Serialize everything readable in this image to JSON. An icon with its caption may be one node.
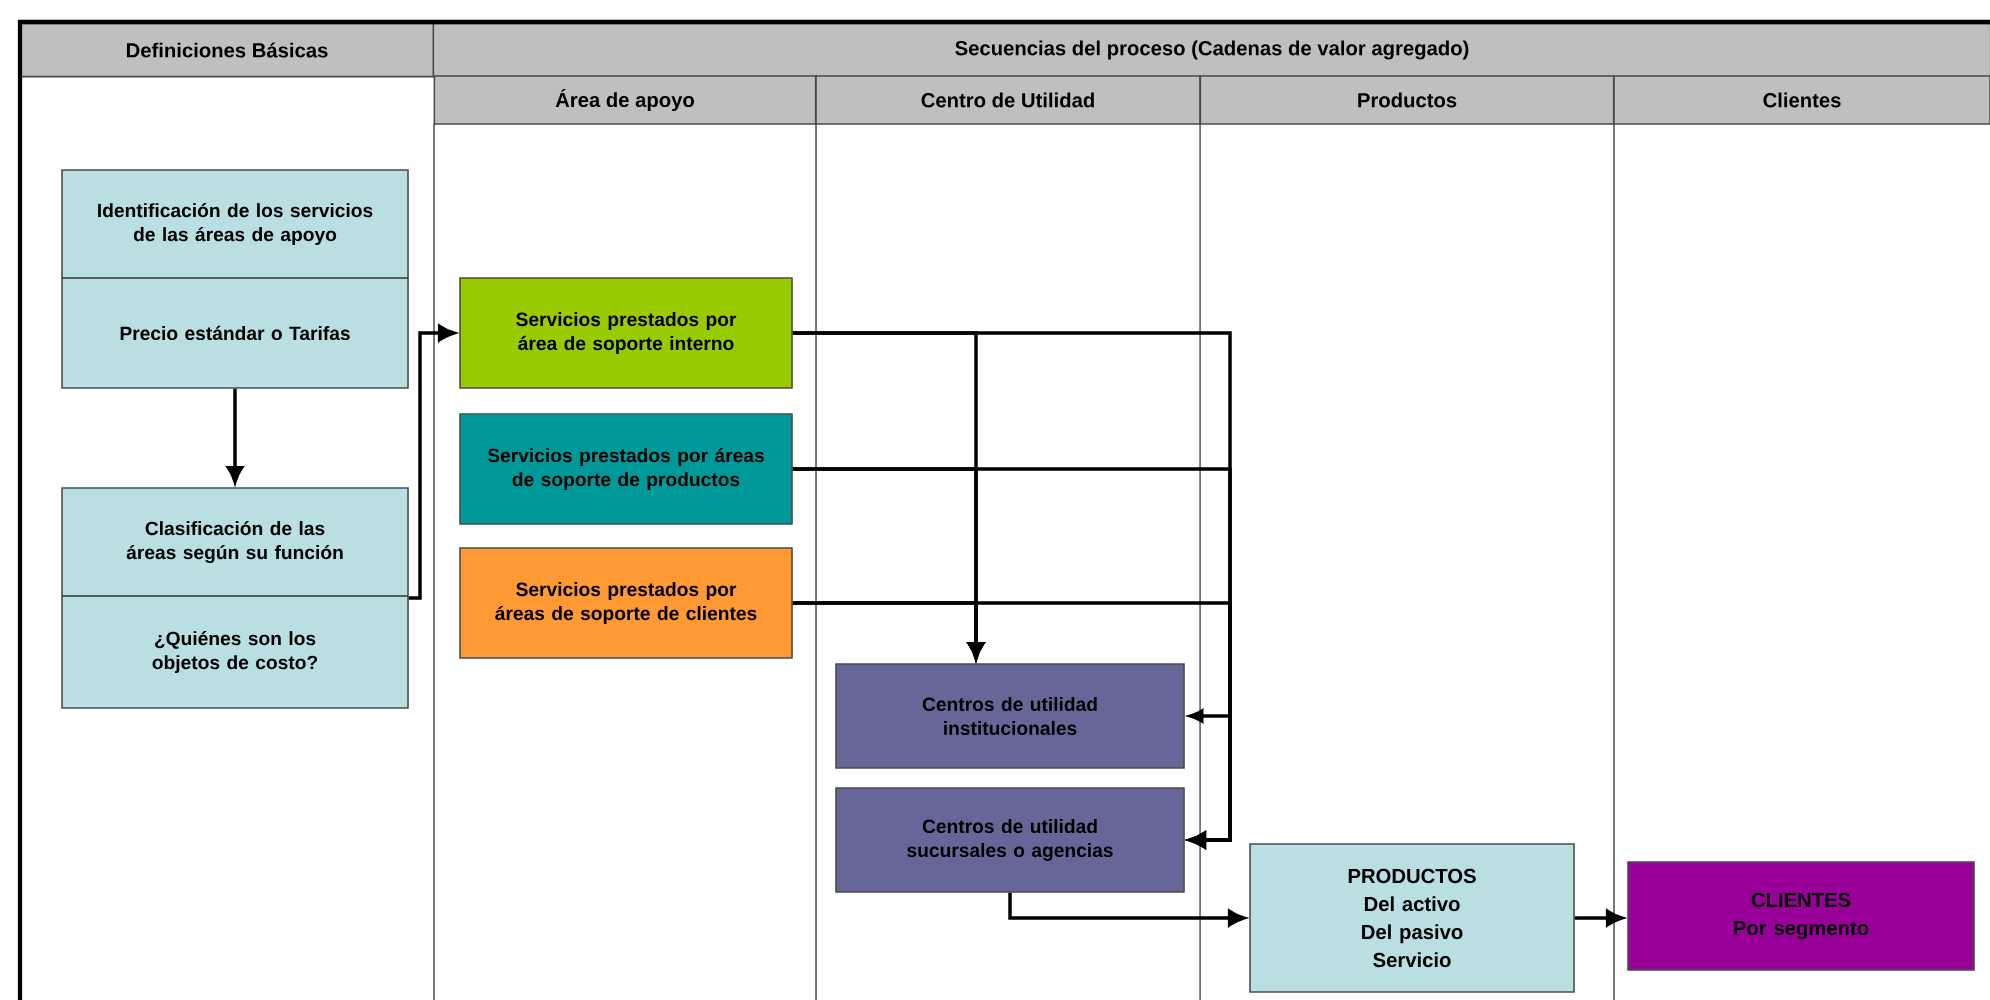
{
  "diagram": {
    "nodes": [
      {
        "text": [
          "Identificación de los servicios de las áreas de apoyo",
          "Precio estándar o Tarifas"
        ]
      },
      {
        "text": [
          "Clasificación de las áreas según su función",
          "¿Quiénes son los objetos de costo?"
        ]
      },
      {
        "text": [
          "Servicios prestados por área de soporte interno"
        ]
      },
      {
        "text": [
          "Servicios prestados por áreas de soporte de productos"
        ]
      },
      {
        "text": [
          "Servicios prestados por áreas de soporte de clientes"
        ]
      },
      {
        "text": [
          "Centros de utilidad institucionales"
        ]
      },
      {
        "text": [
          "Centros de utilidad sucursales o agencias"
        ]
      },
      {
        "text": [
          "PRODUCTOS",
          "Del activo",
          "Del pasivo",
          "Servicio"
        ]
      },
      {
        "text": [
          "CLIENTES",
          "Por segmento"
        ]
      }
    ],
    "edges": [
      {
        "from": 0,
        "to": 1,
        "arrow": "to"
      },
      {
        "from": 1,
        "to": 2,
        "arrow": "to"
      },
      {
        "from": 2,
        "to": 5,
        "arrow": "to"
      },
      {
        "from": 3,
        "to": 5,
        "arrow": "to"
      },
      {
        "from": 4,
        "to": 5,
        "arrow": "to"
      },
      {
        "from": 2,
        "to": 6,
        "arrow": "to"
      },
      {
        "from": 3,
        "to": 6,
        "arrow": "to"
      },
      {
        "from": 4,
        "to": 6,
        "arrow": "to"
      },
      {
        "from": 6,
        "to": 7,
        "arrow": "to"
      },
      {
        "from": 7,
        "to": 8,
        "arrow": "to"
      }
    ],
    "labels": [
      "Definiciones Básicas",
      "Secuencias del proceso (Cadenas de valor agregado)",
      "Área de apoyo",
      "Centro de Utilidad",
      "Productos",
      "Clientes"
    ]
  }
}
